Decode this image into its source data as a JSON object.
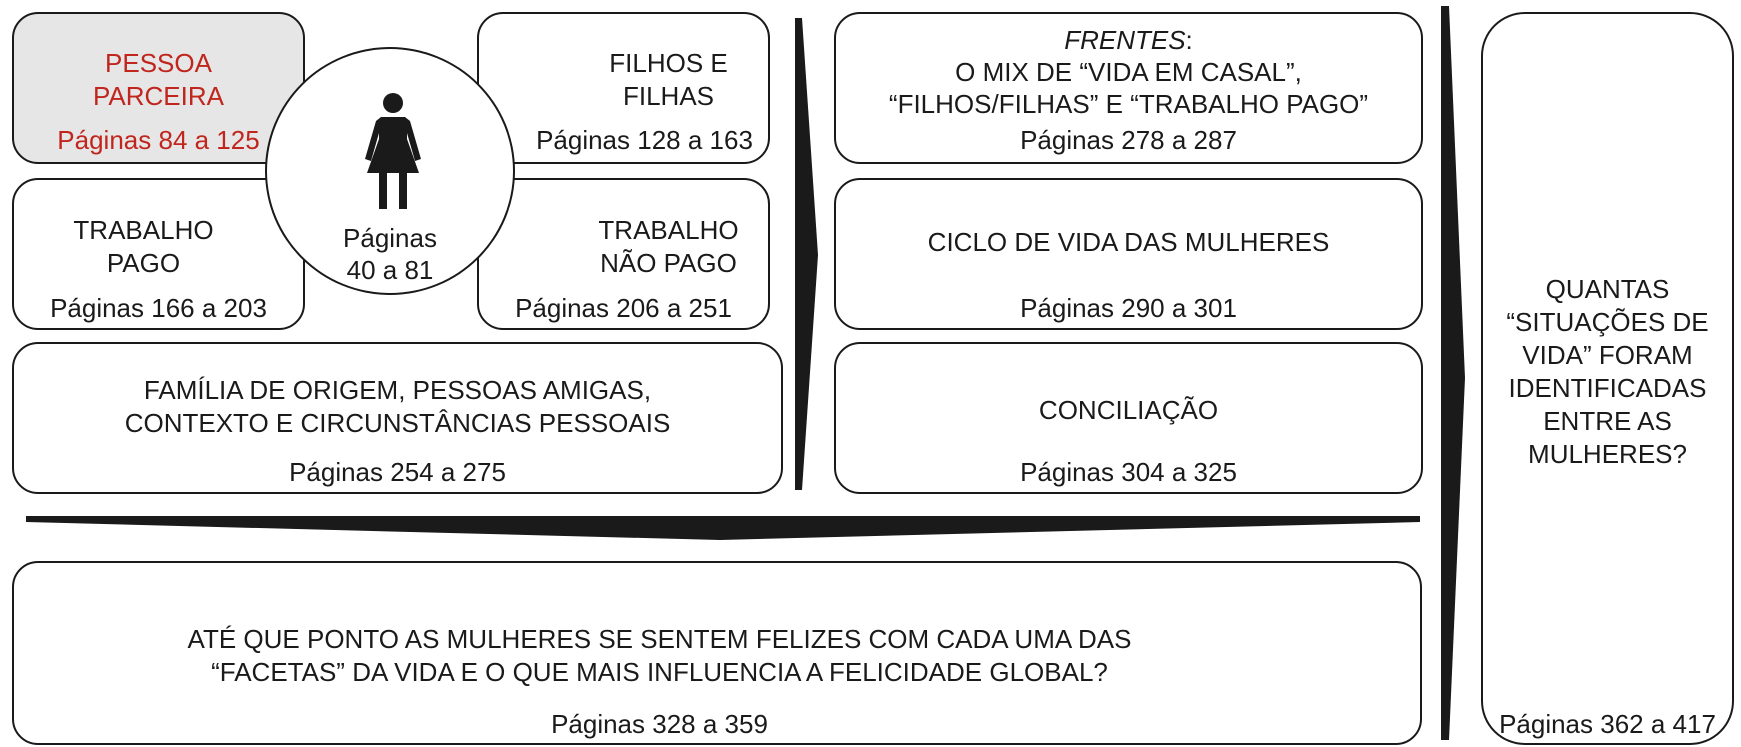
{
  "colors": {
    "accent": "#c0261d",
    "highlight_fill": "#e6e6e6",
    "ink": "#1a1a1a"
  },
  "center": {
    "icon": "woman-icon",
    "pages_line1": "Páginas",
    "pages_line2": "40 a 81"
  },
  "boxes": {
    "pessoa_parceira": {
      "line1": "PESSOA",
      "line2": "PARCEIRA",
      "pages": "Páginas 84 a 125"
    },
    "filhos_filhas": {
      "line1": "FILHOS E",
      "line2": "FILHAS",
      "pages": "Páginas 128 a 163"
    },
    "trabalho_pago": {
      "line1": "TRABALHO",
      "line2": "PAGO",
      "pages": "Páginas 166 a 203"
    },
    "trabalho_nao_pago": {
      "line1": "TRABALHO",
      "line2": "NÃO PAGO",
      "pages": "Páginas 206 a 251"
    },
    "familia_origem": {
      "line1": "FAMÍLIA DE ORIGEM, PESSOAS AMIGAS,",
      "line2": "CONTEXTO E CIRCUNSTÂNCIAS PESSOAIS",
      "pages": "Páginas 254 a 275"
    },
    "frentes": {
      "title_italic": "FRENTES",
      "title_suffix": ":",
      "line2": "O MIX DE “VIDA EM CASAL”,",
      "line3": "“FILHOS/FILHAS” E “TRABALHO PAGO”",
      "pages": "Páginas 278 a 287"
    },
    "ciclo_vida": {
      "line1": "CICLO DE VIDA DAS MULHERES",
      "pages": "Páginas 290 a 301"
    },
    "conciliacao": {
      "line1": "CONCILIAÇÃO",
      "pages": "Páginas 304 a 325"
    },
    "felicidade": {
      "line1": "ATÉ QUE PONTO AS MULHERES SE SENTEM FELIZES COM CADA UMA DAS",
      "line2": "“FACETAS” DA VIDA E O QUE MAIS INFLUENCIA A FELICIDADE GLOBAL?",
      "pages": "Páginas 328 a 359"
    },
    "situacoes": {
      "line1": "QUANTAS",
      "line2": "“SITUAÇÕES DE",
      "line3": "VIDA” FORAM",
      "line4": "IDENTIFICADAS",
      "line5": "ENTRE AS",
      "line6": "MULHERES?",
      "pages": "Páginas 362 a 417"
    }
  }
}
